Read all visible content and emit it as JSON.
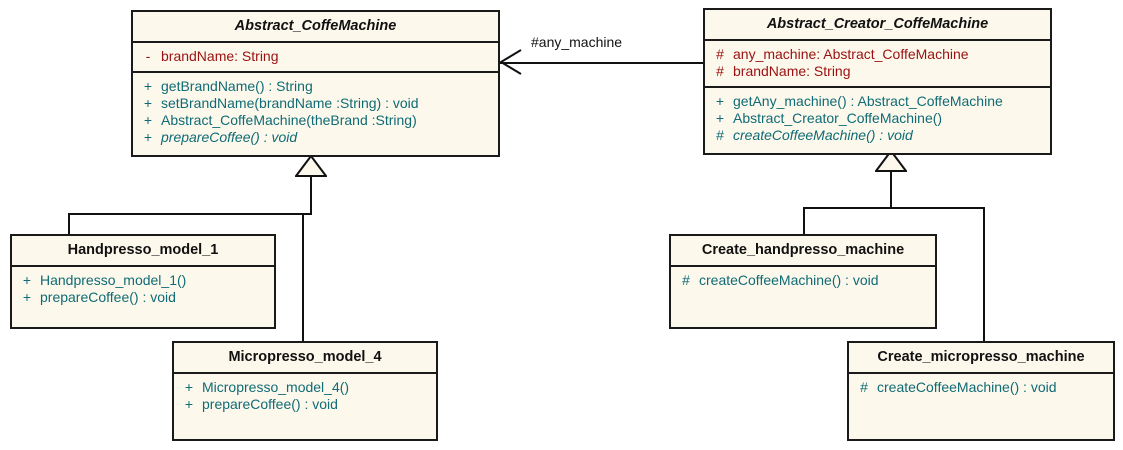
{
  "diagram": {
    "type": "uml-class-diagram",
    "title": "Abstract Factory coffee machine class diagram",
    "colors": {
      "class_fill": "#fdf8ec",
      "border": "#1a1a1a",
      "attribute_text": "#9a1111",
      "method_text": "#0f6b75",
      "title_text": "#111111",
      "background": "#ffffff"
    }
  },
  "classes": {
    "abstract_coffemachine": {
      "name": "Abstract_CoffeMachine",
      "stereotype": "abstract",
      "attributes": [
        {
          "visibility": "-",
          "text": "brandName:  String"
        }
      ],
      "methods": [
        {
          "visibility": "+",
          "text": "getBrandName() : String",
          "abstract": false
        },
        {
          "visibility": "+",
          "text": "setBrandName(brandName :String) : void",
          "abstract": false
        },
        {
          "visibility": "+",
          "text": "Abstract_CoffeMachine(theBrand :String)",
          "abstract": false
        },
        {
          "visibility": "+",
          "text": "prepareCoffee() : void",
          "abstract": true
        }
      ]
    },
    "abstract_creator_coffemachine": {
      "name": "Abstract_Creator_CoffeMachine",
      "stereotype": "abstract",
      "attributes": [
        {
          "visibility": "#",
          "text": "any_machine:  Abstract_CoffeMachine"
        },
        {
          "visibility": "#",
          "text": "brandName:  String"
        }
      ],
      "methods": [
        {
          "visibility": "+",
          "text": "getAny_machine() : Abstract_CoffeMachine",
          "abstract": false
        },
        {
          "visibility": "+",
          "text": "Abstract_Creator_CoffeMachine()",
          "abstract": false
        },
        {
          "visibility": "#",
          "text": "createCoffeeMachine() : void",
          "abstract": true
        }
      ]
    },
    "handpresso_model_1": {
      "name": "Handpresso_model_1",
      "stereotype": "concrete",
      "attributes": [],
      "methods": [
        {
          "visibility": "+",
          "text": "Handpresso_model_1()",
          "abstract": false
        },
        {
          "visibility": "+",
          "text": "prepareCoffee() : void",
          "abstract": false
        }
      ]
    },
    "micropresso_model_4": {
      "name": "Micropresso_model_4",
      "stereotype": "concrete",
      "attributes": [],
      "methods": [
        {
          "visibility": "+",
          "text": "Micropresso_model_4()",
          "abstract": false
        },
        {
          "visibility": "+",
          "text": "prepareCoffee() : void",
          "abstract": false
        }
      ]
    },
    "create_handpresso_machine": {
      "name": "Create_handpresso_machine",
      "stereotype": "concrete",
      "attributes": [],
      "methods": [
        {
          "visibility": "#",
          "text": "createCoffeeMachine() : void",
          "abstract": false
        }
      ]
    },
    "create_micropresso_machine": {
      "name": "Create_micropresso_machine",
      "stereotype": "concrete",
      "attributes": [],
      "methods": [
        {
          "visibility": "#",
          "text": "createCoffeeMachine() : void",
          "abstract": false
        }
      ]
    }
  },
  "relationships": {
    "association": {
      "kind": "association",
      "label": "#any_machine",
      "from": "Abstract_Creator_CoffeMachine",
      "to": "Abstract_CoffeMachine",
      "arrow": "open"
    },
    "generalizations": [
      {
        "from": "Handpresso_model_1",
        "to": "Abstract_CoffeMachine"
      },
      {
        "from": "Micropresso_model_4",
        "to": "Abstract_CoffeMachine"
      },
      {
        "from": "Create_handpresso_machine",
        "to": "Abstract_Creator_CoffeMachine"
      },
      {
        "from": "Create_micropresso_machine",
        "to": "Abstract_Creator_CoffeMachine"
      }
    ]
  }
}
